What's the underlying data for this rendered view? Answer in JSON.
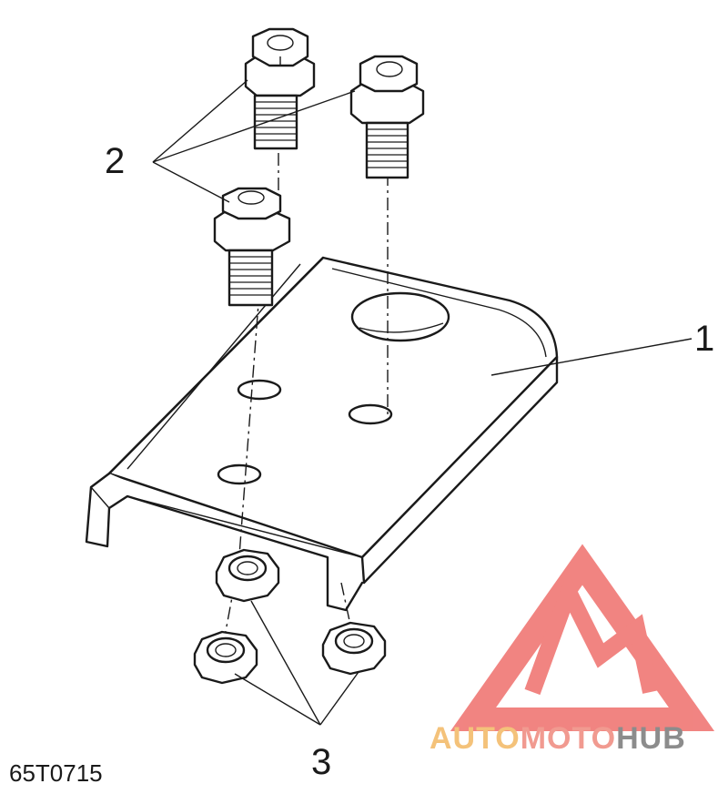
{
  "callouts": {
    "bracket": "1",
    "bolts": "2",
    "nuts": "3"
  },
  "drawing_code": "65T0715",
  "watermark": {
    "part1": "AUTO",
    "part2": "MOTO",
    "part3": "HUB",
    "colors": {
      "auto": "#f4c27a",
      "moto": "#f19a90",
      "hub": "#8c8c8c",
      "logo": "#ef6f6c"
    }
  }
}
